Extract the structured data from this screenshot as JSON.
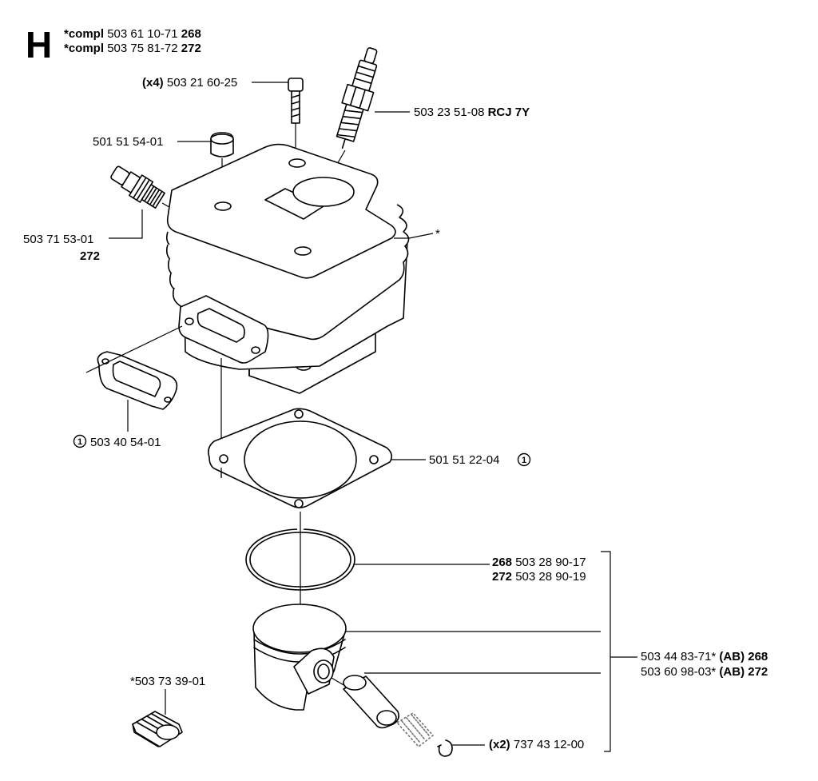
{
  "section_letter": "H",
  "header": {
    "line1": {
      "prefix": "*compl",
      "number": "503 61 10-71",
      "model": "268"
    },
    "line2": {
      "prefix": "*compl",
      "number": "503 75 81-72",
      "model": "272"
    }
  },
  "callouts": {
    "screw": {
      "qty": "(x4)",
      "number": "503 21 60-25"
    },
    "spark_plug": {
      "number": "503 23 51-08",
      "type": "RCJ 7Y"
    },
    "plug_cap": {
      "number": "501 51 54-01"
    },
    "decomp_valve": {
      "number": "503 71 53-01",
      "model": "272"
    },
    "cylinder": {
      "mark": "*"
    },
    "exhaust_gasket": {
      "ref": "1",
      "number": "503 40 54-01"
    },
    "base_gasket": {
      "number": "501 51 22-04",
      "ref": "1"
    },
    "piston_ring": {
      "line1": {
        "model": "268",
        "number": "503 28 90-17"
      },
      "line2": {
        "model": "272",
        "number": "503 28 90-19"
      }
    },
    "piston_kit": {
      "line1": {
        "number": "503 44 83-71*",
        "code": "(AB)",
        "model": "268"
      },
      "line2": {
        "number": "503 60 98-03*",
        "code": "(AB)",
        "model": "272"
      }
    },
    "needle_bearing": {
      "number": "*503 73 39-01"
    },
    "circlip": {
      "qty": "(x2)",
      "number": "737 43 12-00"
    }
  }
}
